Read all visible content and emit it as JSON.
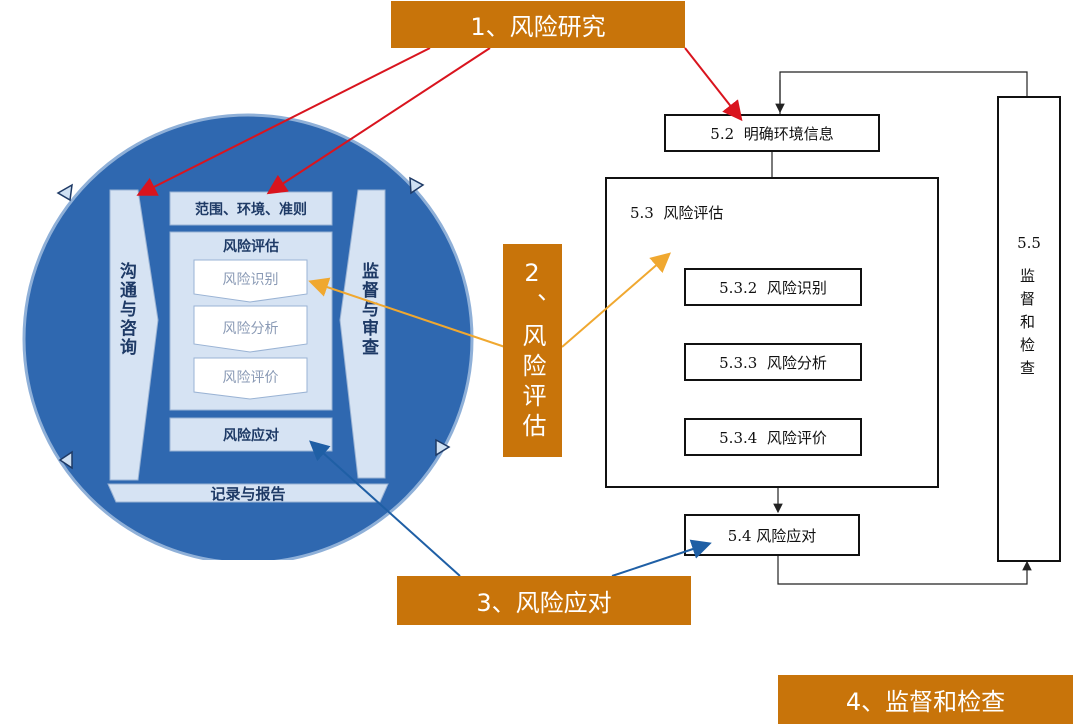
{
  "callouts": {
    "c1": "1、风险研究",
    "c2": "2、风险评估",
    "c3": "3、风险应对",
    "c4": "4、监督和检查"
  },
  "circle": {
    "scope": "范围、环境、准则",
    "assess_title": "风险评估",
    "identify": "风险识别",
    "analyze": "风险分析",
    "evaluate": "风险评价",
    "treat": "风险应对",
    "communicate": "沟通与咨询",
    "monitor": "监督与审查",
    "record": "记录与报告"
  },
  "flow": {
    "b52": "5.2  明确环境信息",
    "b53": "5.3  风险评估",
    "b532": "5.3.2  风险识别",
    "b533": "5.3.3  风险分析",
    "b534": "5.3.4  风险评价",
    "b54": "5.4 风险应对",
    "b55_num": "5.5",
    "b55_text": "监督和检查"
  },
  "colors": {
    "orange": "#c8740a",
    "circle_blue": "#2f68b0",
    "panel": "#d6e3f3",
    "red_arrow": "#d9141e",
    "orange_arrow": "#f0a830",
    "blue_arrow": "#1f5fa5"
  }
}
